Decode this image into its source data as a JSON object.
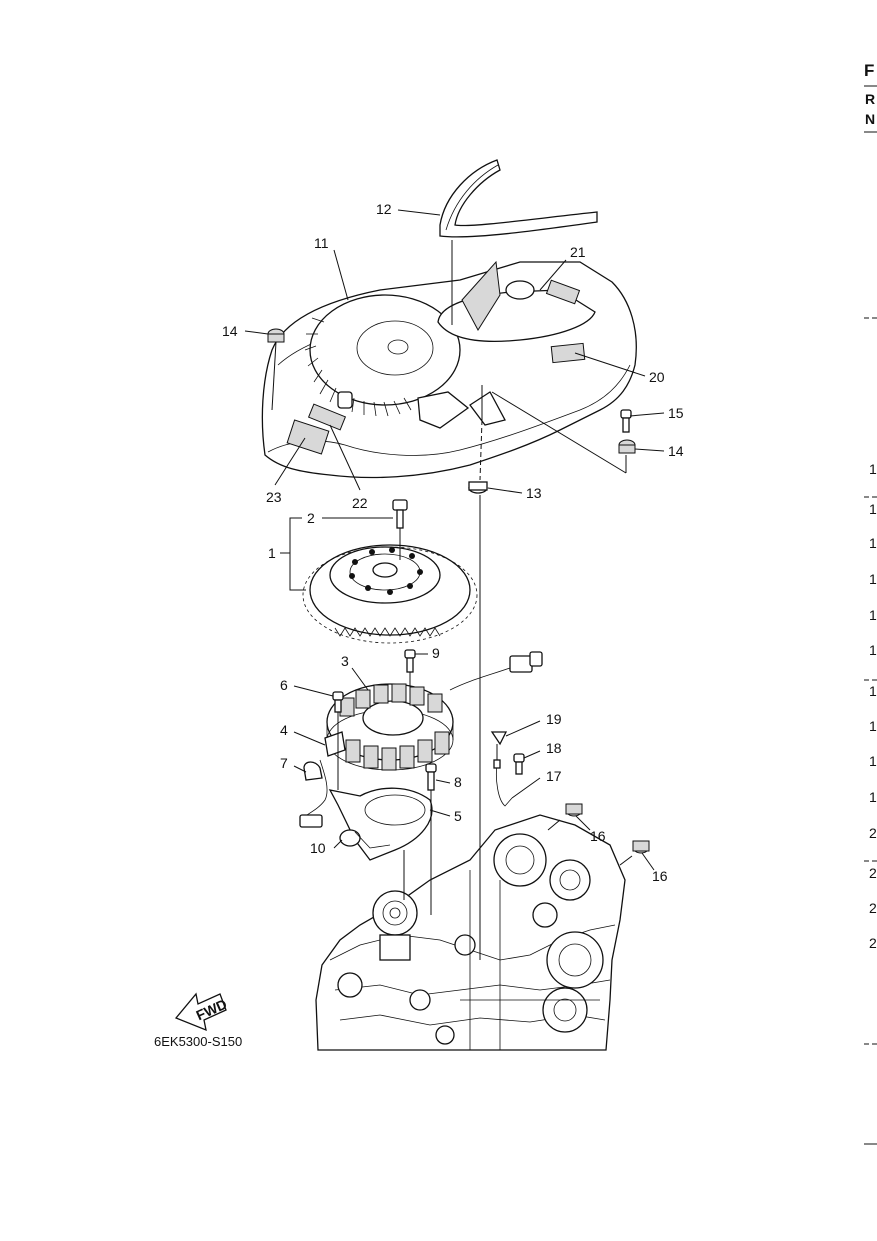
{
  "diagram": {
    "code": "6EK5300-S150",
    "fwd_label": "FWD",
    "callouts": [
      {
        "id": "c1",
        "text": "1"
      },
      {
        "id": "c2",
        "text": "2"
      },
      {
        "id": "c3",
        "text": "3"
      },
      {
        "id": "c4",
        "text": "4"
      },
      {
        "id": "c5",
        "text": "5"
      },
      {
        "id": "c6",
        "text": "6"
      },
      {
        "id": "c7",
        "text": "7"
      },
      {
        "id": "c8",
        "text": "8"
      },
      {
        "id": "c9",
        "text": "9"
      },
      {
        "id": "c10",
        "text": "10"
      },
      {
        "id": "c11",
        "text": "11"
      },
      {
        "id": "c12",
        "text": "12"
      },
      {
        "id": "c13",
        "text": "13"
      },
      {
        "id": "c14a",
        "text": "14"
      },
      {
        "id": "c14b",
        "text": "14"
      },
      {
        "id": "c15",
        "text": "15"
      },
      {
        "id": "c16a",
        "text": "16"
      },
      {
        "id": "c16b",
        "text": "16"
      },
      {
        "id": "c17",
        "text": "17"
      },
      {
        "id": "c18",
        "text": "18"
      },
      {
        "id": "c19",
        "text": "19"
      },
      {
        "id": "c20",
        "text": "20"
      },
      {
        "id": "c21",
        "text": "21"
      },
      {
        "id": "c22",
        "text": "22"
      },
      {
        "id": "c23",
        "text": "23"
      }
    ]
  },
  "right_edge": {
    "header": [
      "F",
      "R",
      "N"
    ],
    "numbers": [
      "1",
      "1",
      "1",
      "1",
      "1",
      "1",
      "1",
      "1",
      "1",
      "1",
      "2",
      "2",
      "2",
      "2"
    ]
  }
}
